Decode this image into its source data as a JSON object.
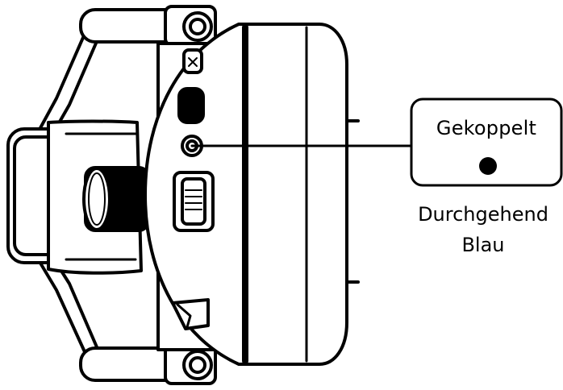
{
  "callout": {
    "title": "Gekoppelt",
    "status_line_1": "Durchgehend",
    "status_line_2": "Blau"
  },
  "colors": {
    "line": "#000000",
    "background": "#ffffff",
    "led_dot": "#000000"
  },
  "icons": {
    "headset": "headset-side-view-icon",
    "led": "status-led-icon",
    "led_dot": "led-solid-dot-icon"
  }
}
